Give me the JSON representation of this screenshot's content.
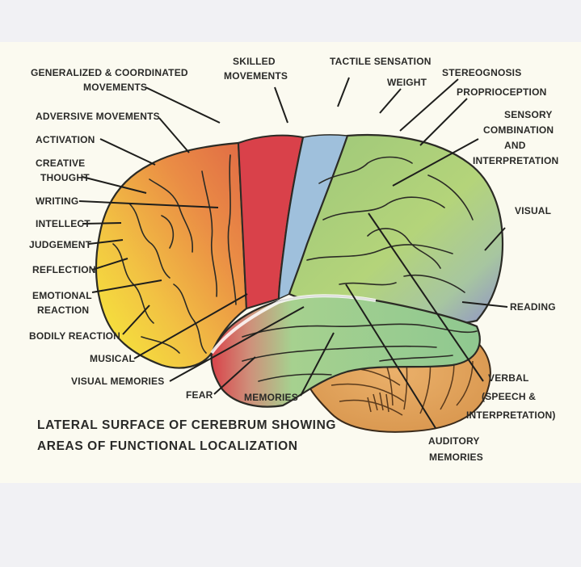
{
  "caption": {
    "line1": "LATERAL SURFACE OF CEREBRUM SHOWING",
    "line2": "AREAS OF FUNCTIONAL LOCALIZATION"
  },
  "labels": {
    "generalized_1": "GENERALIZED & COORDINATED",
    "generalized_2": "MOVEMENTS",
    "skilled_1": "SKILLED",
    "skilled_2": "MOVEMENTS",
    "tactile": "TACTILE SENSATION",
    "weight": "WEIGHT",
    "stereognosis": "STEREOGNOSIS",
    "proprioception": "PROPRIOCEPTION",
    "sensory_1": "SENSORY",
    "sensory_2": "COMBINATION",
    "sensory_3": "AND",
    "sensory_4": "INTERPRETATION",
    "visual": "VISUAL",
    "reading": "READING",
    "adversive": "ADVERSIVE MOVEMENTS",
    "activation": "ACTIVATION",
    "creative_1": "CREATIVE",
    "creative_2": "THOUGHT",
    "writing": "WRITING",
    "intellect": "INTELLECT",
    "judgement": "JUDGEMENT",
    "reflection": "REFLECTION",
    "emotional_1": "EMOTIONAL",
    "emotional_2": "REACTION",
    "bodily": "BODILY REACTION",
    "musical": "MUSICAL",
    "visual_memories": "VISUAL MEMORIES",
    "fear": "FEAR",
    "memories": "MEMORIES",
    "verbal_1": "VERBAL",
    "verbal_2": "(SPEECH &",
    "verbal_3": "INTERPRETATION)",
    "auditory_1": "AUDITORY",
    "auditory_2": "MEMORIES"
  },
  "colors": {
    "frontal_yellow": "#f3e23a",
    "frontal_orange": "#e9913f",
    "motor_red": "#d9414a",
    "sensory_blue": "#9fc0dc",
    "parietal_green": "#a9cf78",
    "occipital_violet": "#8d8fc9",
    "temporal_green": "#9ccf8a",
    "cerebellum": "#e1a35c"
  }
}
